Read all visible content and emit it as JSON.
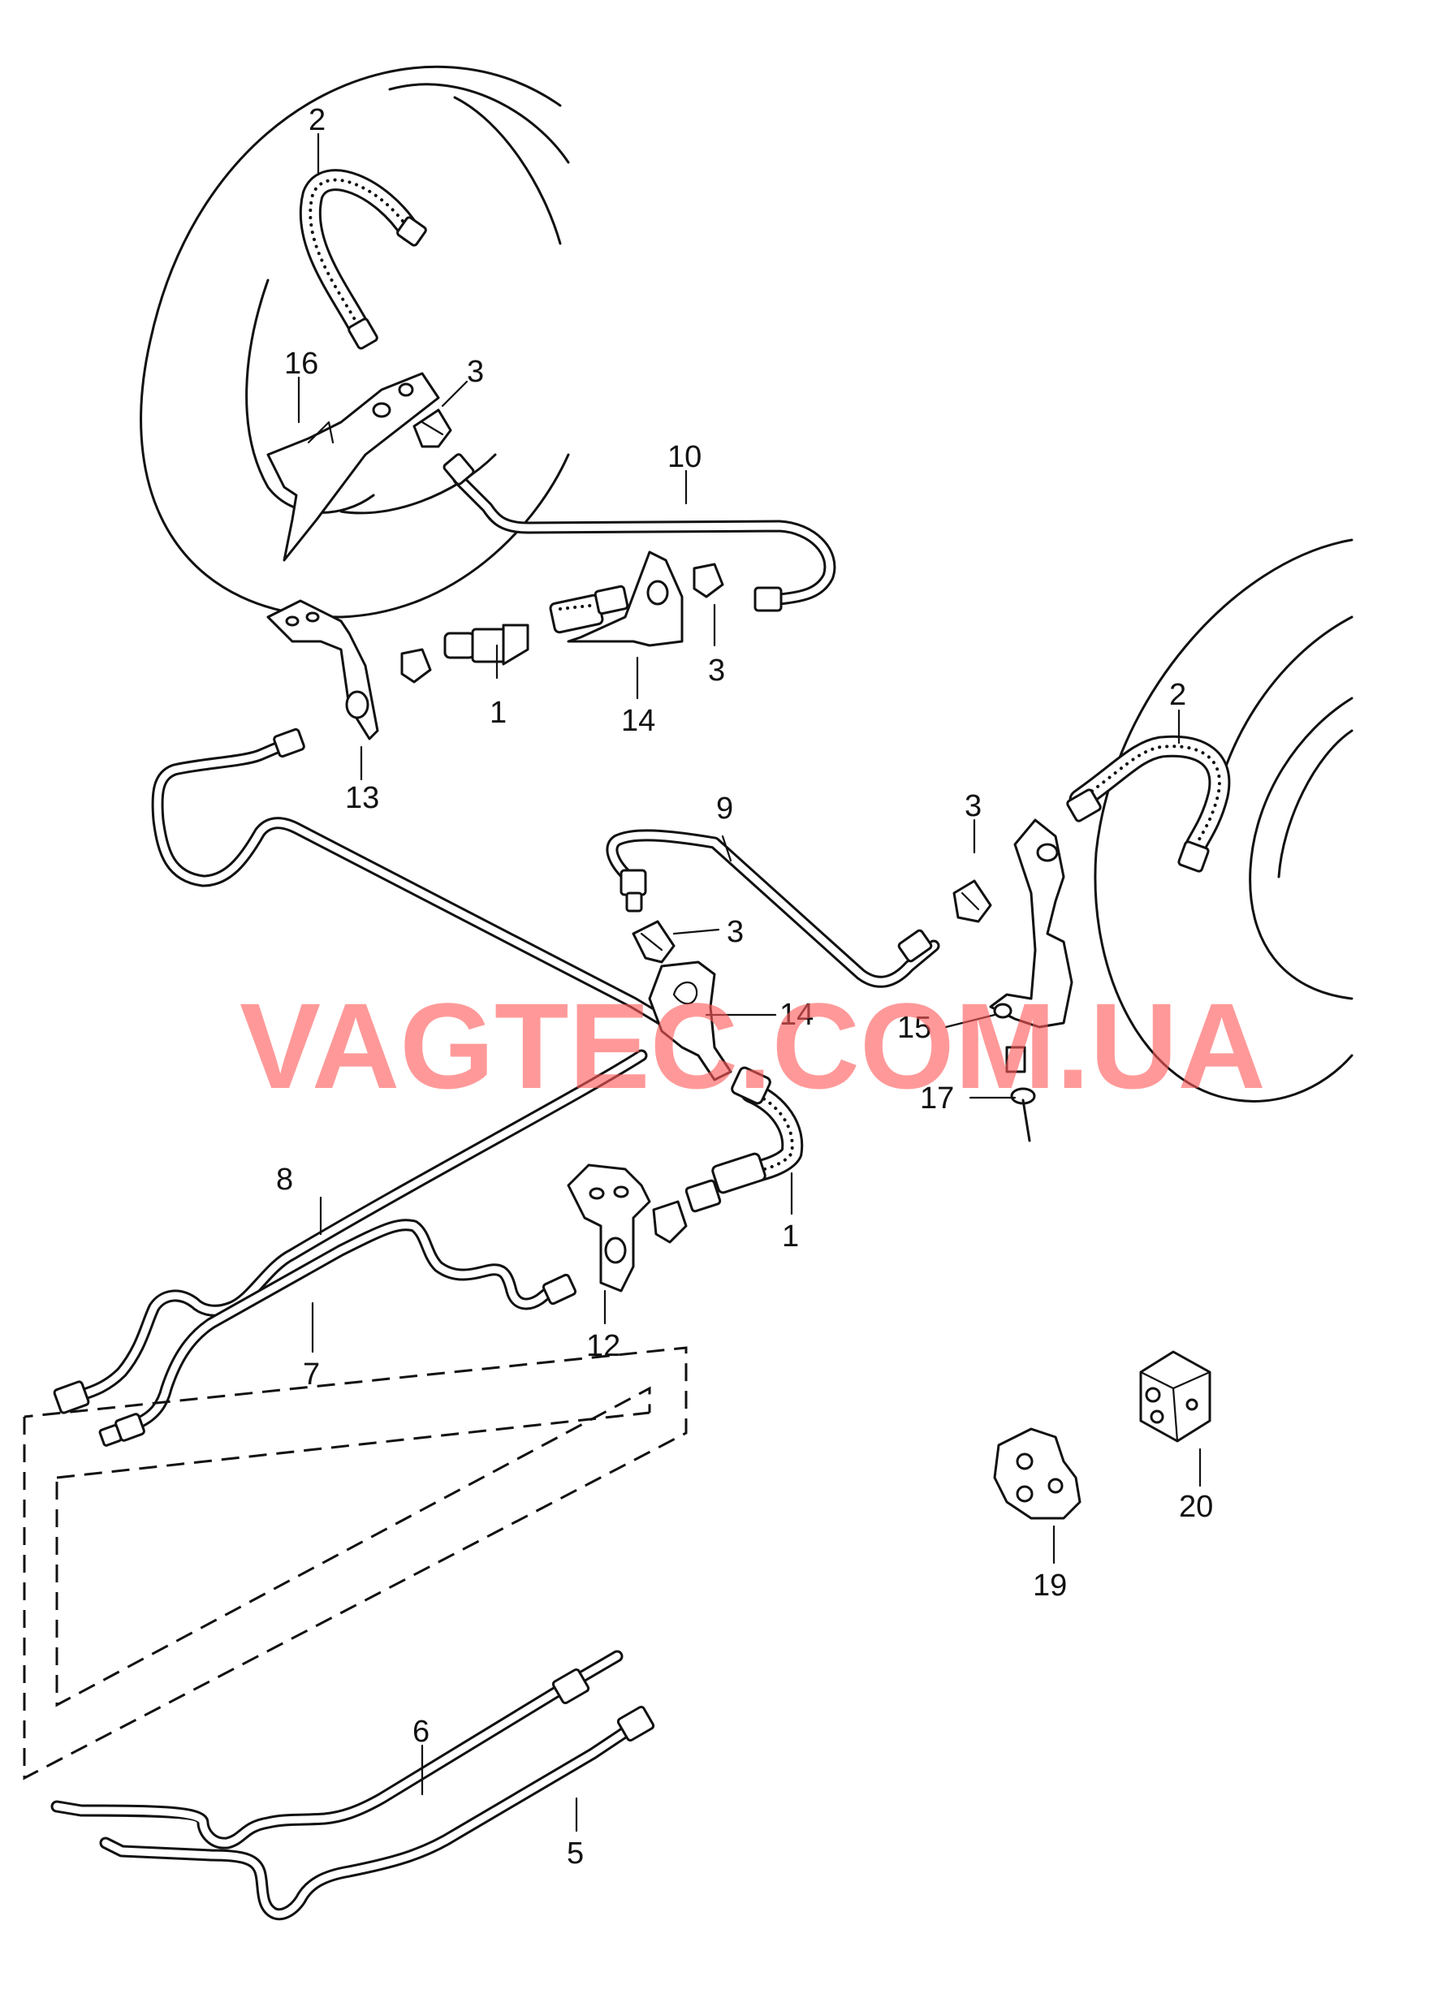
{
  "diagram": {
    "callouts": {
      "n1": "1",
      "n2": "2",
      "n3": "3",
      "n5": "5",
      "n6": "6",
      "n7": "7",
      "n8": "8",
      "n9": "9",
      "n10": "10",
      "n12": "12",
      "n13": "13",
      "n14": "14",
      "n15": "15",
      "n16": "16",
      "n17": "17",
      "n19": "19",
      "n20": "20"
    },
    "watermark": "VAGTEC.COM.UA",
    "colors": {
      "linework": "#111111",
      "background": "#ffffff",
      "watermark": "#ff5b5b"
    }
  }
}
